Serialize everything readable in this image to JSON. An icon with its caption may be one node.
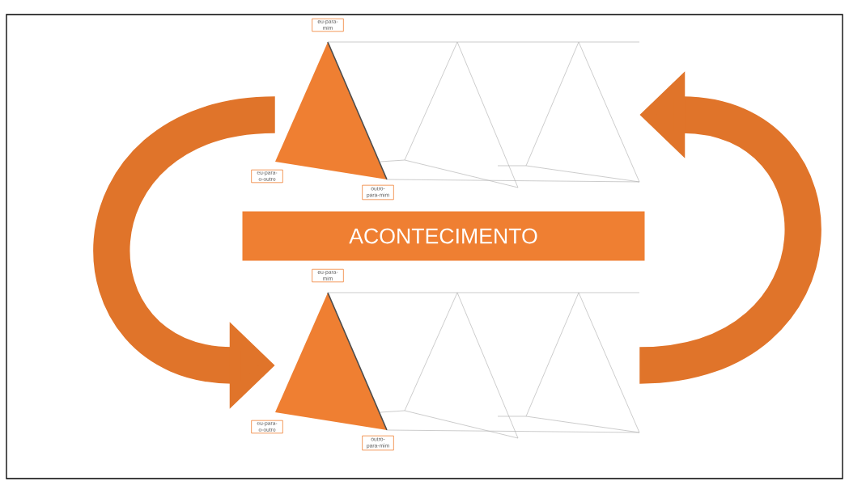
{
  "diagram": {
    "nodes": [
      {
        "text": [],
        "shape": "picture"
      },
      {
        "text": [
          "eu-para-mim"
        ]
      },
      {
        "text": [
          "eu-para-o-outro"
        ]
      },
      {
        "text": [
          "outro-para-mim"
        ]
      },
      {
        "text": [
          "ACONTECIMENTO"
        ]
      },
      {
        "text": [],
        "shape": "picture"
      },
      {
        "text": [
          "eu-para-mim"
        ]
      },
      {
        "text": [
          "eu-para-o-outro"
        ]
      },
      {
        "text": [
          "outro-para-mim"
        ]
      }
    ],
    "edges": [
      {
        "from": 0,
        "to": 5,
        "arrow": "to"
      },
      {
        "from": 5,
        "to": 0,
        "arrow": "to"
      }
    ]
  }
}
